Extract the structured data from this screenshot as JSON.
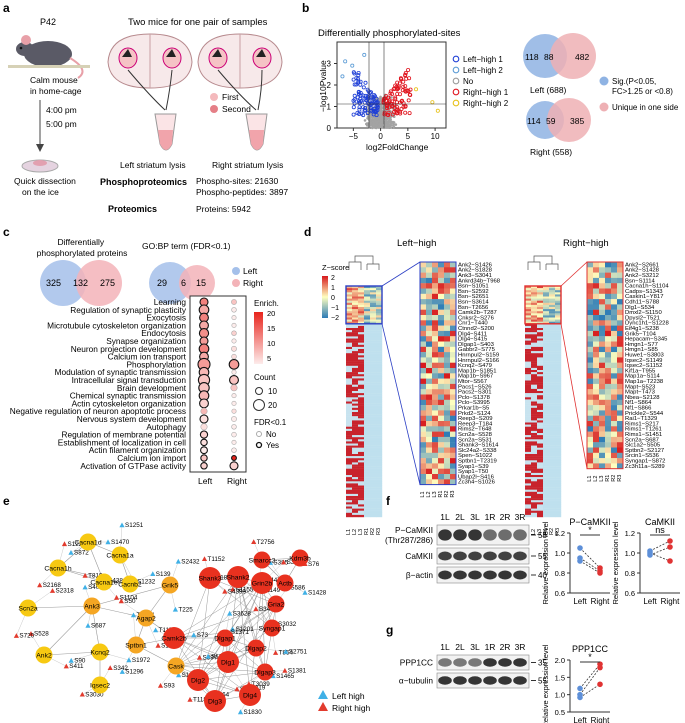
{
  "panels": {
    "a": "a",
    "b": "b",
    "c": "c",
    "d": "d",
    "e": "e",
    "f": "f",
    "g": "g"
  },
  "a": {
    "age": "P42",
    "mouse_caption": "Calm mouse\nin home-cage",
    "times": [
      "4:00 pm",
      "5:00 pm"
    ],
    "dissection": "Quick dissection\non the ice",
    "title": "Two mice for one pair of samples",
    "legend": [
      "First",
      "Second"
    ],
    "lysis_left": "Left striatum lysis",
    "lysis_right": "Right striatum lysis",
    "phospho_label": "Phosphoproteomics",
    "phospho_values": [
      "Phospho-sites: 21630",
      "Phospho-peptides: 3897"
    ],
    "proteomics_label": "Proteomics",
    "proteomics_value": "Proteins: 5942"
  },
  "b": {
    "title": "Differentially phosphorylated-sites",
    "xlabel": "log2FoldChange",
    "ylabel": "−log10Pvalue",
    "xticks": [
      "−5",
      "0",
      "5",
      "10"
    ],
    "yticks": [
      "0",
      "1",
      "2",
      "3"
    ],
    "legend": [
      {
        "label": "Left−high 1",
        "color": "#1f3fd6"
      },
      {
        "label": "Left−high 2",
        "color": "#5b9bd5"
      },
      {
        "label": "No",
        "color": "#9a9a9a"
      },
      {
        "label": "Right−high 1",
        "color": "#e0141e"
      },
      {
        "label": "Right−high 2",
        "color": "#e7c11a"
      }
    ],
    "venn_left": {
      "a": "118",
      "b": "88",
      "c": "482",
      "label": "Left (688)"
    },
    "venn_right": {
      "a": "114",
      "b": "59",
      "c": "385",
      "label": "Right (558)"
    },
    "venn_legend": [
      "Sig.(P<0.05,\nFC>1.25 or <0.8)",
      "Unique in one side"
    ],
    "colors": {
      "blue": "#8fb3e3",
      "pink": "#eeb0b4"
    }
  },
  "c": {
    "venn1_title": "Differentially\nphosphorylated proteins",
    "venn1": [
      "325",
      "132",
      "275"
    ],
    "venn2_title": "GO:BP term (FDR<0.1)",
    "venn2": [
      "29",
      "6",
      "15"
    ],
    "venn_legend": [
      "Left",
      "Right"
    ],
    "terms": [
      "Learning",
      "Regulation of synaptic plasticity",
      "Exocytosis",
      "Microtubule cytoskeleton organization",
      "Endocytosis",
      "Synapse organization",
      "Neuron projection development",
      "Calcium ion transport",
      "Phosphorylation",
      "Modulation of synaptic transmission",
      "Intracellular signal transduction",
      "Brain development",
      "Chemical synaptic transmission",
      "Actin cytoskeleton organization",
      "Negative regulation of neuron apoptotic process",
      "Nervous system development",
      "Autophagy",
      "Regulation of membrane potential",
      "Establishment of localization in cell",
      "Actin filament organization",
      "Calcium ion import",
      "Activation of GTPase activity"
    ],
    "left_enrich": [
      13,
      10,
      13,
      10,
      12,
      11,
      13,
      10,
      11,
      9,
      8,
      8,
      9,
      7,
      9,
      6,
      6,
      7,
      6,
      5,
      8,
      7
    ],
    "left_count": [
      12,
      16,
      14,
      14,
      15,
      12,
      16,
      14,
      22,
      16,
      20,
      18,
      16,
      14,
      8,
      12,
      8,
      10,
      8,
      9,
      8,
      8
    ],
    "left_sig": [
      1,
      1,
      1,
      1,
      1,
      1,
      1,
      1,
      1,
      1,
      1,
      1,
      1,
      1,
      0,
      1,
      0,
      1,
      1,
      1,
      1,
      1
    ],
    "right_enrich": [
      8,
      5,
      4,
      5,
      7,
      5,
      6,
      6,
      11,
      5,
      8,
      8,
      5,
      4,
      6,
      4,
      5,
      4,
      4,
      5,
      20,
      7
    ],
    "right_count": [
      5,
      4,
      3,
      3,
      4,
      3,
      5,
      4,
      16,
      3,
      14,
      8,
      3,
      3,
      3,
      5,
      4,
      4,
      3,
      4,
      4,
      12
    ],
    "right_sig": [
      0,
      0,
      0,
      0,
      0,
      0,
      0,
      0,
      1,
      0,
      1,
      0,
      0,
      0,
      0,
      0,
      0,
      0,
      0,
      0,
      1,
      1
    ],
    "xlabels": [
      "Left",
      "Right"
    ],
    "legend_enrich_title": "Enrich.",
    "legend_enrich_ticks": [
      "20",
      "15",
      "10",
      "5"
    ],
    "legend_count_title": "Count",
    "legend_count_values": [
      "10",
      "20"
    ],
    "legend_fdr_title": "FDR<0.1",
    "legend_fdr_values": [
      "No",
      "Yes"
    ]
  },
  "d": {
    "left_title": "Left−high",
    "right_title": "Right−high",
    "zscore_title": "Z−score",
    "zscore_ticks": [
      "2",
      "1",
      "0",
      "−1",
      "−2"
    ],
    "left_cols": [
      "L1",
      "L2",
      "L3",
      "R1",
      "R2",
      "R3"
    ],
    "right_cols": [
      "L1",
      "L2",
      "L3",
      "R1",
      "R2",
      "R3"
    ],
    "left_sites": [
      "Ank2−S1426",
      "Ank2−S1828",
      "Ank3−S3041",
      "Ankrd34b−T968",
      "Bsn−S1051",
      "Bsn−S2592",
      "Bsn−S2651",
      "Bsn−S3614",
      "Bsn−T2656",
      "Camk2b−T287",
      "Cnksr2−S276",
      "Cnr1−T440",
      "Ctnnd2−S200",
      "Dlg4−S411",
      "Dlg4−S415",
      "Dlgap1−S403",
      "Gabbr2−S775",
      "Hnrnpul2−S159",
      "Hnrnpul2−S166",
      "Kcnq2−S479",
      "Map1b−S1851",
      "Map1b−S967",
      "Mtor−S567",
      "Pacs1−S526",
      "Pacs2−S301",
      "Pclo−S1378",
      "Pclo−S3995",
      "Prkar1b−S5",
      "Prkd2−S124",
      "Reep3−S209",
      "Reep3−T184",
      "Rims2−T648",
      "Scn2a−S528",
      "Scn2a−S531",
      "Shank3−S1614",
      "Slc24a2−S338",
      "Spen−S1022",
      "Sptbn1−T2319",
      "Syap1−S39",
      "Syap1−T50",
      "Ubap2l−S416",
      "Zc3h4−S1026"
    ],
    "right_sites": [
      "Ank2−S2661",
      "Ank2−S1428",
      "Ank2−S3212",
      "Bsn−S1114",
      "Cacna1h−S1104",
      "Cadps−S1343",
      "Caskin1−Y817",
      "Cdh11−S788",
      "Dlg1−S534",
      "Dmxl2−S1150",
      "Dpysl2−T521",
      "Dync1h1−S1228",
      "Eif4g1−S238",
      "Grik5−T104",
      "Hepacam−S345",
      "Hmgn1−S77",
      "Hmgn1−S85",
      "Huwe1−S3803",
      "Iqsec2−S1149",
      "Iqsec2−S1152",
      "Kif1a−T955",
      "Map1a−S114",
      "Map1a−T2238",
      "Mapt−S523",
      "Mapt−T473",
      "Nbea−S2128",
      "Nf1−S864",
      "Nf1−S866",
      "Prickle2−S544",
      "Rai1−T1329",
      "Rims1−S217",
      "Rims1−T1261",
      "Rims1−S1451",
      "Scn2a−S687",
      "Slc1a2−S505",
      "Sptbn2−S2127",
      "Srcin1−S536",
      "Syngap1−S872",
      "Zc3h11a−S289"
    ],
    "colors": {
      "hi": "#d7191c",
      "mid": "#ffffbf",
      "lo": "#2c7bb6",
      "box_left": "#2b3fc4",
      "box_right": "#e03030"
    }
  },
  "e": {
    "proteins": [
      "Cacna1d",
      "Cacna1h",
      "Cacna1a",
      "Cacna1e",
      "Cacnb2",
      "Scn2a",
      "Ank3",
      "Ank2",
      "Kcnq2",
      "Iqsec2",
      "Grik5",
      "Agap2",
      "Camk2b",
      "Cask",
      "Sptbn1",
      "Shank3",
      "Shank2",
      "Grin2b",
      "Gria2",
      "Syngap1",
      "Dlgap2",
      "Dlgap3",
      "Dlgap1",
      "Dlg1",
      "Dlg2",
      "Dlg3",
      "Dlg4",
      "Smarcc2",
      "Actb",
      "Kdm3b"
    ],
    "sites": [
      "S1470",
      "S2168",
      "S1251",
      "S1104",
      "S438",
      "S2318",
      "S687",
      "S528",
      "S1972",
      "S3030",
      "S2432",
      "S1811",
      "T1151",
      "S397",
      "S1296",
      "T1152",
      "S1149",
      "S1155",
      "S586",
      "T854",
      "S1201",
      "S1381",
      "S1225",
      "S1371",
      "T264",
      "T1182",
      "S1465",
      "S1447",
      "S385",
      "S76",
      "S872",
      "S1227",
      "S1232",
      "T819",
      "S139",
      "S720",
      "S403",
      "S411",
      "S90",
      "S342",
      "T225",
      "S50",
      "S73",
      "S93",
      "T3744",
      "S4399",
      "S1828",
      "S3212",
      "S3032",
      "S3426",
      "S2751",
      "T3039",
      "S3628",
      "Y3219",
      "S1450",
      "S1626",
      "S1830",
      "T2756",
      "S1428"
    ],
    "legend": [
      "Left high",
      "Right high"
    ],
    "colors": {
      "left": "#3fb0e6",
      "right": "#e23b2e",
      "protein_l": "#f5a623",
      "protein_r": "#e8311f",
      "protein_y": "#f7c912",
      "edge": "#9a9a9a"
    }
  },
  "f": {
    "lanes": [
      "1L",
      "2L",
      "3L",
      "1R",
      "2R",
      "3R"
    ],
    "bands": [
      "P−CaMKII\n(Thr287/286)",
      "CaMKII",
      "β−actin"
    ],
    "mw": [
      "55",
      "55",
      "40"
    ],
    "plot1": {
      "title": "P−CaMKII",
      "sig": "*",
      "ylabel": "Relative expression level",
      "yticks": [
        "0.6",
        "0.8",
        "1.0",
        "1.2"
      ],
      "xticks": [
        "Left",
        "Right"
      ],
      "pairs": [
        [
          1.05,
          0.85
        ],
        [
          0.95,
          0.82
        ],
        [
          0.92,
          0.8
        ]
      ]
    },
    "plot2": {
      "title": "CaMKII",
      "sig": "ns",
      "ylabel": "Relative expression level",
      "yticks": [
        "0.6",
        "0.8",
        "1.0",
        "1.2"
      ],
      "xticks": [
        "Left",
        "Right"
      ],
      "pairs": [
        [
          1.02,
          1.12
        ],
        [
          0.98,
          1.06
        ],
        [
          1.0,
          0.92
        ]
      ]
    }
  },
  "g": {
    "lanes": [
      "1L",
      "2L",
      "3L",
      "1R",
      "2R",
      "3R"
    ],
    "bands": [
      "PPP1CC",
      "α−tubulin"
    ],
    "mw": [
      "35",
      "55"
    ],
    "plot": {
      "title": "PPP1CC",
      "sig": "*",
      "ylabel": "Relative expression level",
      "yticks": [
        "0.5",
        "1.0",
        "1.5",
        "2.0"
      ],
      "xticks": [
        "Left",
        "Right"
      ],
      "pairs": [
        [
          1.18,
          1.88
        ],
        [
          1.0,
          1.78
        ],
        [
          0.92,
          1.3
        ]
      ]
    }
  }
}
